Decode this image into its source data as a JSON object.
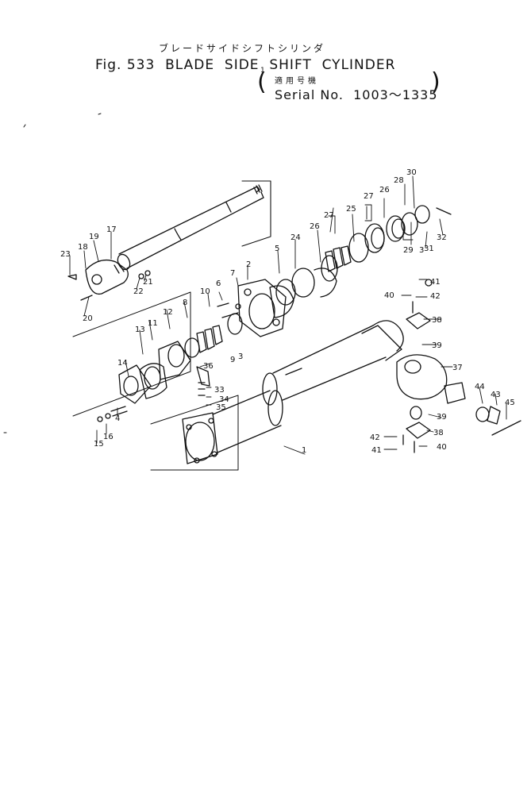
{
  "header": {
    "jp_title": "ブレードサイドシフトシリンダ",
    "fig_title": "Fig. 533  BLADE  SIDE  SHIFT  CYLINDER",
    "jp_serial": "適用号機",
    "serial": "Serial No.  1003～1335",
    "paren_open": "(",
    "paren_close": ")",
    "tick": "1"
  },
  "callouts": [
    "1",
    "2",
    "3",
    "3",
    "4",
    "5",
    "6",
    "7",
    "8",
    "9",
    "10",
    "11",
    "12",
    "13",
    "14",
    "15",
    "16",
    "17",
    "18",
    "19",
    "20",
    "21",
    "22",
    "23",
    "24",
    "25",
    "26",
    "26",
    "27",
    "27",
    "28",
    "29",
    "30",
    "31",
    "32",
    "33",
    "34",
    "35",
    "36",
    "37",
    "38",
    "38",
    "39",
    "39",
    "40",
    "40",
    "41",
    "41",
    "42",
    "42",
    "43",
    "44",
    "45"
  ]
}
